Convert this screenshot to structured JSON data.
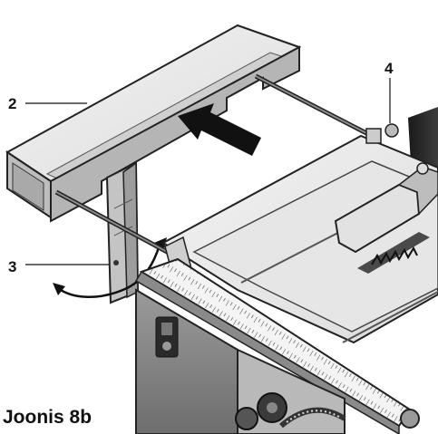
{
  "callouts": {
    "label_2": "2",
    "label_3": "3",
    "label_4": "4"
  },
  "caption": "Joonis 8b"
}
